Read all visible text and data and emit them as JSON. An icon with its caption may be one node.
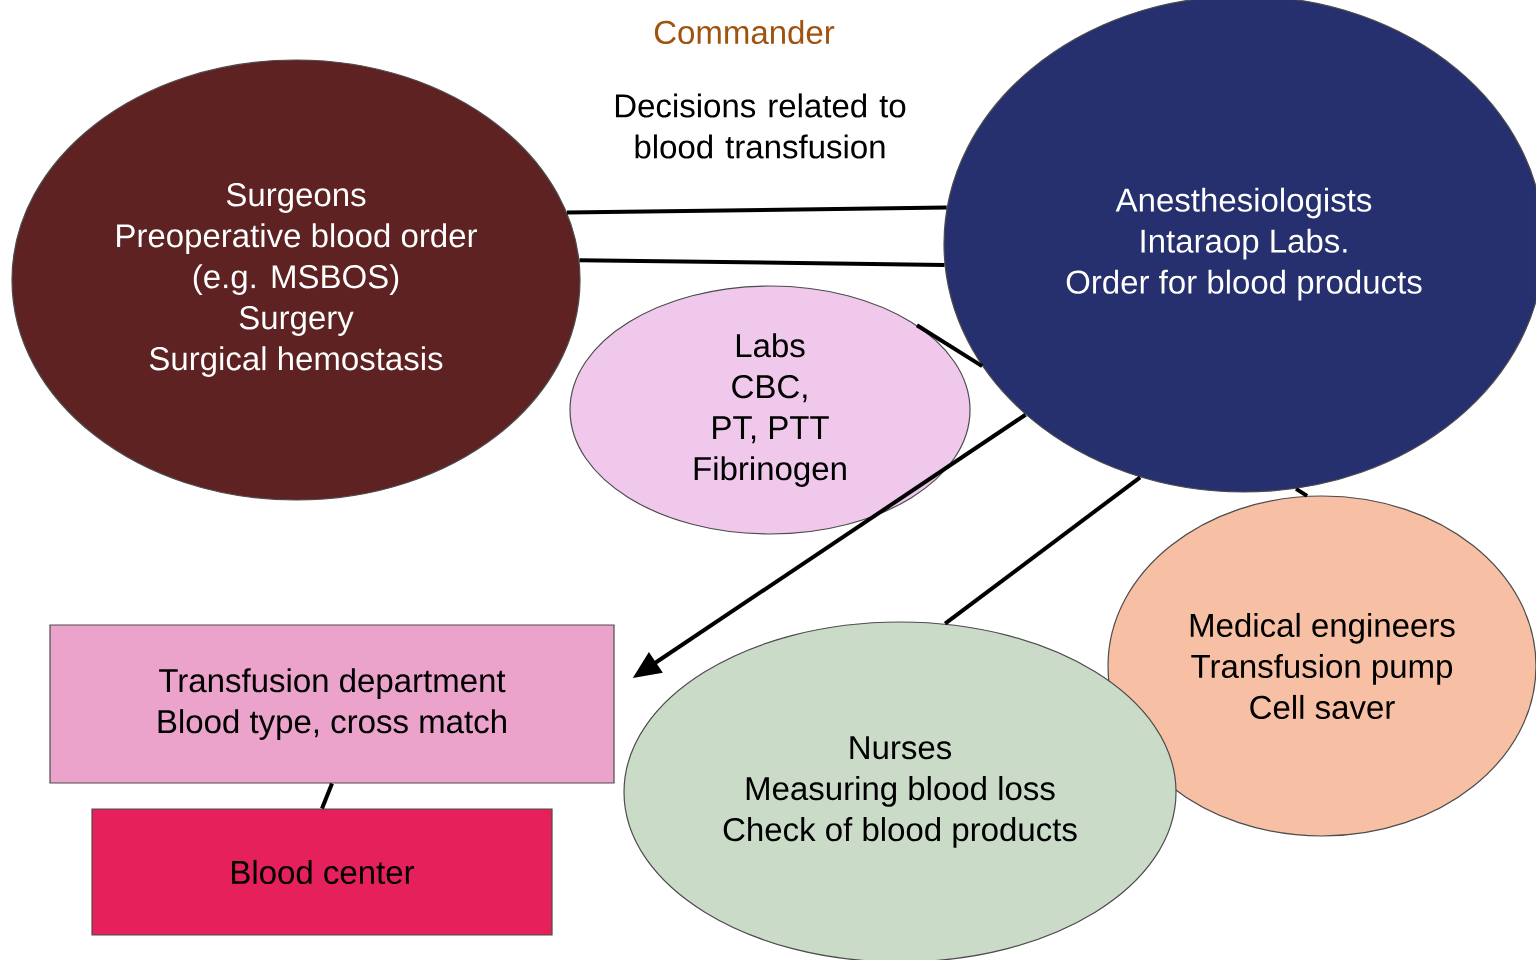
{
  "diagram": {
    "nodes": [
      {
        "text": [
          "Surgeons",
          "Preoperative blood order",
          "(e.g. MSBOS)",
          "Surgery",
          "Surgical hemostasis"
        ]
      },
      {
        "text": [
          "Anesthesiologists",
          "Intaraop Labs.",
          "Order for blood products"
        ]
      },
      {
        "text": [
          "Labs",
          "CBC,",
          "PT, PTT",
          "Fibrinogen"
        ]
      },
      {
        "text": [
          "Medical engineers",
          "Transfusion pump",
          "Cell saver"
        ]
      },
      {
        "text": [
          "Nurses",
          "Measuring blood loss",
          "Check of blood products"
        ]
      },
      {
        "text": [
          "Transfusion department",
          "Blood type, cross match"
        ]
      },
      {
        "text": [
          "Blood center"
        ]
      }
    ],
    "edges": [
      {
        "from": 0,
        "to": 1,
        "arrow": "none"
      },
      {
        "from": 0,
        "to": 1,
        "arrow": "none"
      },
      {
        "from": 1,
        "to": 2,
        "arrow": "none"
      },
      {
        "from": 1,
        "to": 5,
        "arrow": "to"
      },
      {
        "from": 1,
        "to": 4,
        "arrow": "none"
      },
      {
        "from": 1,
        "to": 3,
        "arrow": "none"
      },
      {
        "from": 5,
        "to": 6,
        "arrow": "none"
      }
    ],
    "labels": [
      "Commander",
      "Decisions related to blood transfusion"
    ]
  }
}
